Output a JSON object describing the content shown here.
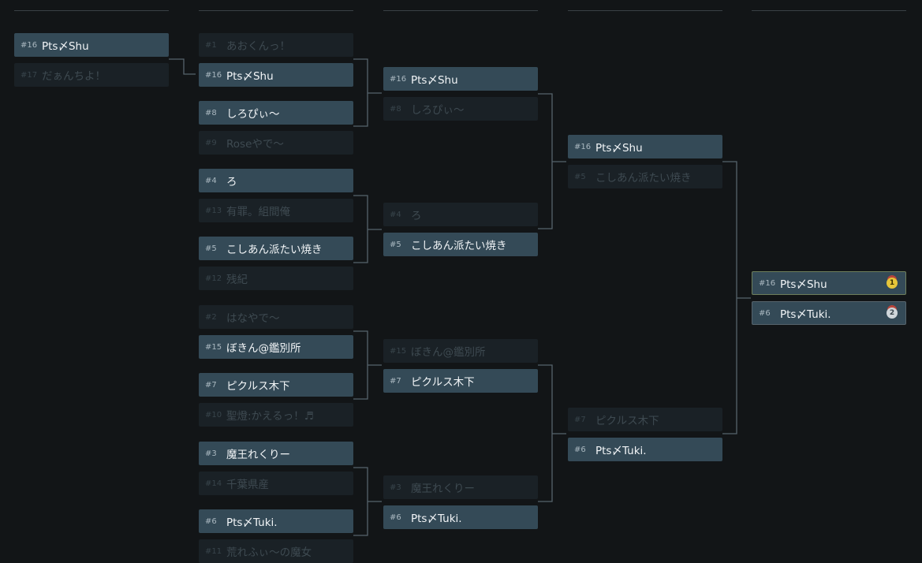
{
  "round0": [
    {
      "seed": "#16",
      "name": "Pts〆Shu",
      "win": true
    },
    {
      "seed": "#17",
      "name": "だぁんちよ！",
      "win": false
    }
  ],
  "round1": [
    {
      "seed": "#1",
      "name": "あおくんっ！",
      "win": false
    },
    {
      "seed": "#16",
      "name": "Pts〆Shu",
      "win": true
    },
    {
      "seed": "#8",
      "name": "しろぴぃ〜",
      "win": true
    },
    {
      "seed": "#9",
      "name": "Roseやで〜",
      "win": false
    },
    {
      "seed": "#4",
      "name": "ろ",
      "win": true
    },
    {
      "seed": "#13",
      "name": "有罪。組間俺",
      "win": false
    },
    {
      "seed": "#5",
      "name": "こしあん派たい焼き",
      "win": true
    },
    {
      "seed": "#12",
      "name": "残紀",
      "win": false
    },
    {
      "seed": "#2",
      "name": "はなやで〜",
      "win": false
    },
    {
      "seed": "#15",
      "name": "ぼきん@鑑別所",
      "win": true
    },
    {
      "seed": "#7",
      "name": "ピクルス木下",
      "win": true
    },
    {
      "seed": "#10",
      "name": "聖燈:かえるっ！♬",
      "win": false
    },
    {
      "seed": "#3",
      "name": "魔王れくりー",
      "win": true
    },
    {
      "seed": "#14",
      "name": "千葉県産",
      "win": false
    },
    {
      "seed": "#6",
      "name": "Pts〆Tuki.",
      "win": true
    },
    {
      "seed": "#11",
      "name": "荒れふぃ〜の魔女",
      "win": false
    }
  ],
  "round2": [
    {
      "seed": "#16",
      "name": "Pts〆Shu",
      "win": true
    },
    {
      "seed": "#8",
      "name": "しろぴぃ〜",
      "win": false
    },
    {
      "seed": "#4",
      "name": "ろ",
      "win": false
    },
    {
      "seed": "#5",
      "name": "こしあん派たい焼き",
      "win": true
    },
    {
      "seed": "#15",
      "name": "ぼきん@鑑別所",
      "win": false
    },
    {
      "seed": "#7",
      "name": "ピクルス木下",
      "win": true
    },
    {
      "seed": "#3",
      "name": "魔王れくりー",
      "win": false
    },
    {
      "seed": "#6",
      "name": "Pts〆Tuki.",
      "win": true
    }
  ],
  "round3": [
    {
      "seed": "#16",
      "name": "Pts〆Shu",
      "win": true
    },
    {
      "seed": "#5",
      "name": "こしあん派たい焼き",
      "win": false
    },
    {
      "seed": "#7",
      "name": "ピクルス木下",
      "win": false
    },
    {
      "seed": "#6",
      "name": "Pts〆Tuki.",
      "win": true
    }
  ],
  "final": [
    {
      "seed": "#16",
      "name": "Pts〆Shu",
      "win": true,
      "medal": "1"
    },
    {
      "seed": "#6",
      "name": "Pts〆Tuki.",
      "win": true,
      "medal": "2"
    }
  ],
  "colors": {
    "winner_bg": "#344a57",
    "loser_bg": "#1a2126",
    "line": "#56636b",
    "gold": "#e6c53a",
    "silver": "#cfd6da"
  },
  "icons": [
    "gold-medal-icon",
    "silver-medal-icon"
  ]
}
